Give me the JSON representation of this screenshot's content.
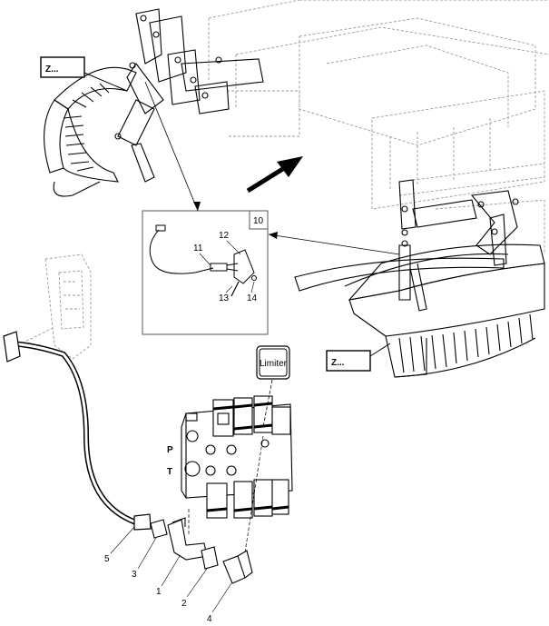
{
  "diagram": {
    "zoom_label_top": "Z...",
    "zoom_label_bottom": "Z...",
    "detail_box_number": "10",
    "detail_callouts": [
      "11",
      "12",
      "13",
      "14"
    ],
    "valve_button_label": "Limiter",
    "port_labels": {
      "pressure": "P",
      "tank": "T"
    },
    "part_callouts": [
      "1",
      "2",
      "3",
      "4",
      "5"
    ]
  }
}
